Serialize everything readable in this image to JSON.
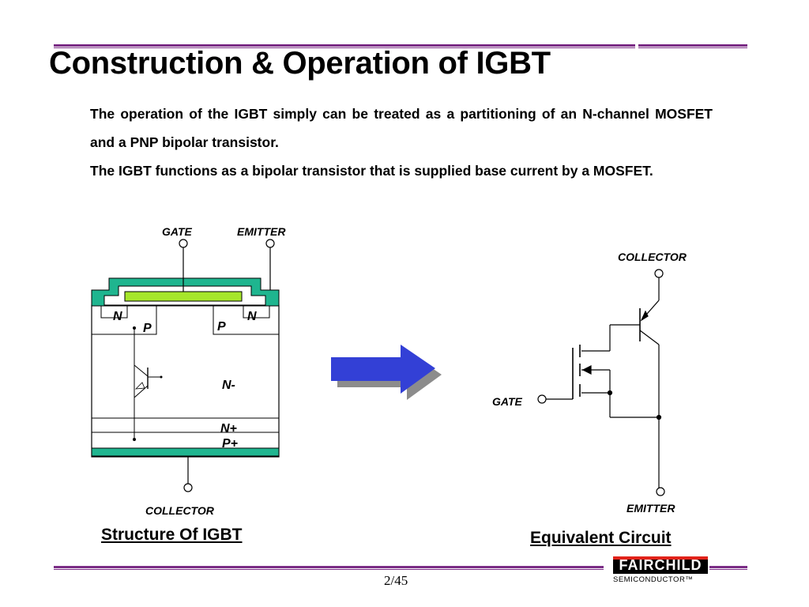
{
  "slide": {
    "title": "Construction & Operation of IGBT",
    "paragraph_1": "The operation of the  IGBT simply can be treated as  a  partitioning  of an  N-channel MOSFET and a PNP bipolar transistor.",
    "paragraph_2": "The IGBT functions as a bipolar transistor that is supplied base current by a MOSFET.",
    "page_number": "2/45"
  },
  "structure": {
    "gate_label": "GATE",
    "emitter_label": "EMITTER",
    "collector_label": "COLLECTOR",
    "region_n_left": "N",
    "region_n_right": "N",
    "region_p_left": "P",
    "region_p_right": "P",
    "region_n_minus": "N-",
    "region_n_plus": "N+",
    "region_p_plus": "P+",
    "caption": "Structure Of IGBT"
  },
  "circuit": {
    "collector_label": "COLLECTOR",
    "gate_label": "GATE",
    "emitter_label": "EMITTER",
    "caption": "Equivalent Circuit"
  },
  "logo": {
    "name": "FAIRCHILD",
    "subtitle": "SEMICONDUCTOR™"
  },
  "colors": {
    "accent_rule": "#7b2d86",
    "teal": "#1fb58f",
    "gate_green": "#a6e62b",
    "arrow_blue": "#3340d6",
    "arrow_shadow": "#8c8c8c"
  }
}
